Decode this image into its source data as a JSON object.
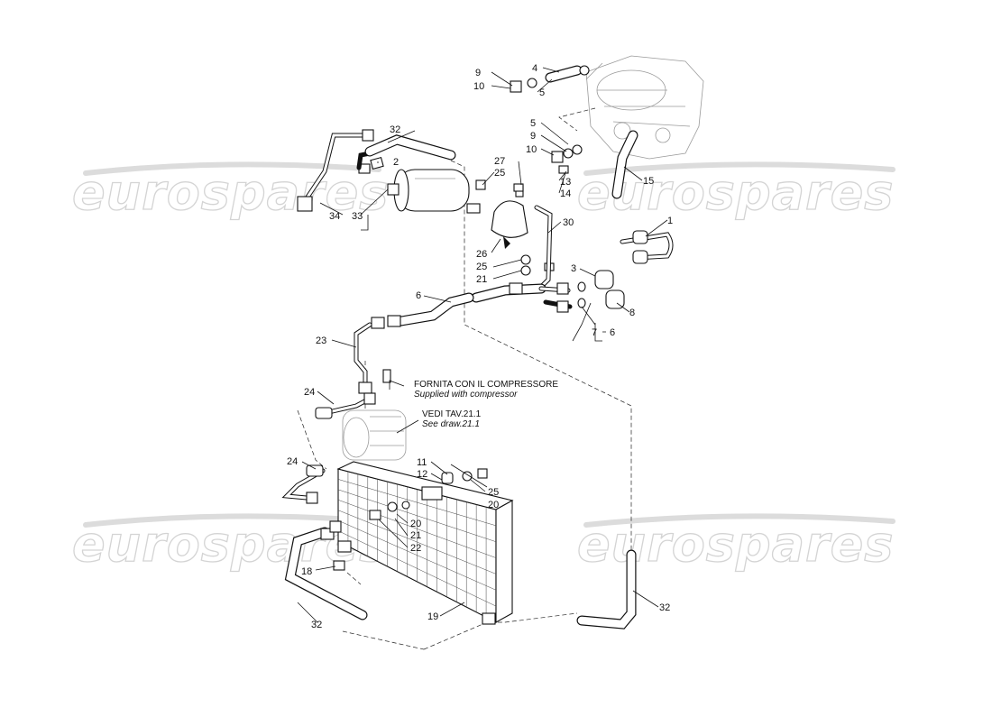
{
  "watermark": {
    "text": "eurospares"
  },
  "callouts": [
    {
      "id": "c-9a",
      "text": "9"
    },
    {
      "id": "c-10a",
      "text": "10"
    },
    {
      "id": "c-4",
      "text": "4"
    },
    {
      "id": "c-5a",
      "text": "5"
    },
    {
      "id": "c-5b",
      "text": "5"
    },
    {
      "id": "c-9b",
      "text": "9"
    },
    {
      "id": "c-10b",
      "text": "10"
    },
    {
      "id": "c-13",
      "text": "13"
    },
    {
      "id": "c-14",
      "text": "14"
    },
    {
      "id": "c-15",
      "text": "15"
    },
    {
      "id": "c-32a",
      "text": "32"
    },
    {
      "id": "c-2",
      "text": "2"
    },
    {
      "id": "c-34",
      "text": "34"
    },
    {
      "id": "c-33",
      "text": "33"
    },
    {
      "id": "c-27",
      "text": "27"
    },
    {
      "id": "c-25a",
      "text": "25"
    },
    {
      "id": "c-30",
      "text": "30"
    },
    {
      "id": "c-1",
      "text": "1"
    },
    {
      "id": "c-26",
      "text": "26"
    },
    {
      "id": "c-25b",
      "text": "25"
    },
    {
      "id": "c-21a",
      "text": "21"
    },
    {
      "id": "c-3",
      "text": "3"
    },
    {
      "id": "c-8",
      "text": "8"
    },
    {
      "id": "c-6a",
      "text": "6"
    },
    {
      "id": "c-7",
      "text": "7"
    },
    {
      "id": "c-6b",
      "text": "6"
    },
    {
      "id": "c-23",
      "text": "23"
    },
    {
      "id": "c-24a",
      "text": "24"
    },
    {
      "id": "c-24b",
      "text": "24"
    },
    {
      "id": "c-11",
      "text": "11"
    },
    {
      "id": "c-12",
      "text": "12"
    },
    {
      "id": "c-25c",
      "text": "25"
    },
    {
      "id": "c-20a",
      "text": "20"
    },
    {
      "id": "c-20b",
      "text": "20"
    },
    {
      "id": "c-21b",
      "text": "21"
    },
    {
      "id": "c-22",
      "text": "22"
    },
    {
      "id": "c-18",
      "text": "18"
    },
    {
      "id": "c-19",
      "text": "19"
    },
    {
      "id": "c-32b",
      "text": "32"
    },
    {
      "id": "c-32c",
      "text": "32"
    }
  ],
  "notes": {
    "supplied_it": "FORNITA CON IL COMPRESSORE",
    "supplied_en": "Supplied with compressor",
    "see_it": "VEDI TAV.21.1",
    "see_en": "See draw.21.1"
  },
  "colors": {
    "ink": "#111111",
    "watermark": "#d4d4d4",
    "background": "#ffffff"
  }
}
